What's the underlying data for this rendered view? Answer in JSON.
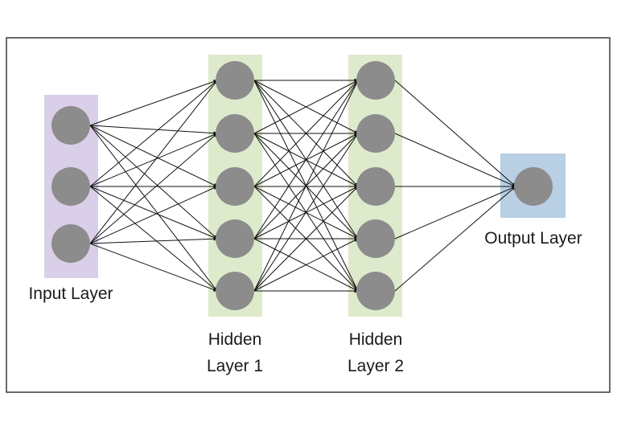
{
  "colors": {
    "background": "#ffffff",
    "frame": "#3a3a3a",
    "node": "#8c8c8c",
    "edge": "#111111"
  },
  "layers": [
    {
      "key": "input",
      "label_lines": [
        "Input Layer"
      ],
      "node_count": 3,
      "band_color": "#d9cfe8"
    },
    {
      "key": "hidden1",
      "label_lines": [
        "Hidden",
        "Layer 1"
      ],
      "node_count": 5,
      "band_color": "#deeacc"
    },
    {
      "key": "hidden2",
      "label_lines": [
        "Hidden",
        "Layer 2"
      ],
      "node_count": 5,
      "band_color": "#deeacc"
    },
    {
      "key": "output",
      "label_lines": [
        "Output Layer"
      ],
      "node_count": 1,
      "band_color": "#b8cfe4"
    }
  ],
  "connectivity": "fully-connected"
}
